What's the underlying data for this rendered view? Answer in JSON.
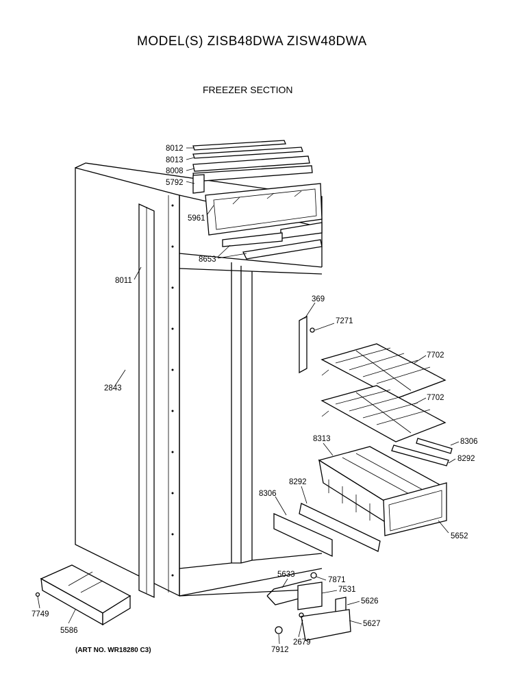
{
  "header": {
    "model_title": "MODEL(S) ZISB48DWA  ZISW48DWA",
    "section_title": "FREEZER SECTION"
  },
  "footer": {
    "art_number": "(ART NO. WR18280 C3)"
  },
  "callouts": {
    "c8012": "8012",
    "c8013": "8013",
    "c8008": "8008",
    "c5792": "5792",
    "c5961": "5961",
    "c8653": "8653",
    "c8011": "8011",
    "c369": "369",
    "c7271": "7271",
    "c7702a": "7702",
    "c7702b": "7702",
    "c2843": "2843",
    "c8313": "8313",
    "c8306r": "8306",
    "c8292r": "8292",
    "c8292l": "8292",
    "c8306l": "8306",
    "c5652": "5652",
    "c5633": "5633",
    "c7871": "7871",
    "c7531": "7531",
    "c5626": "5626",
    "c5627": "5627",
    "c2679": "2679",
    "c7912": "7912",
    "c7749": "7749",
    "c5586": "5586"
  }
}
